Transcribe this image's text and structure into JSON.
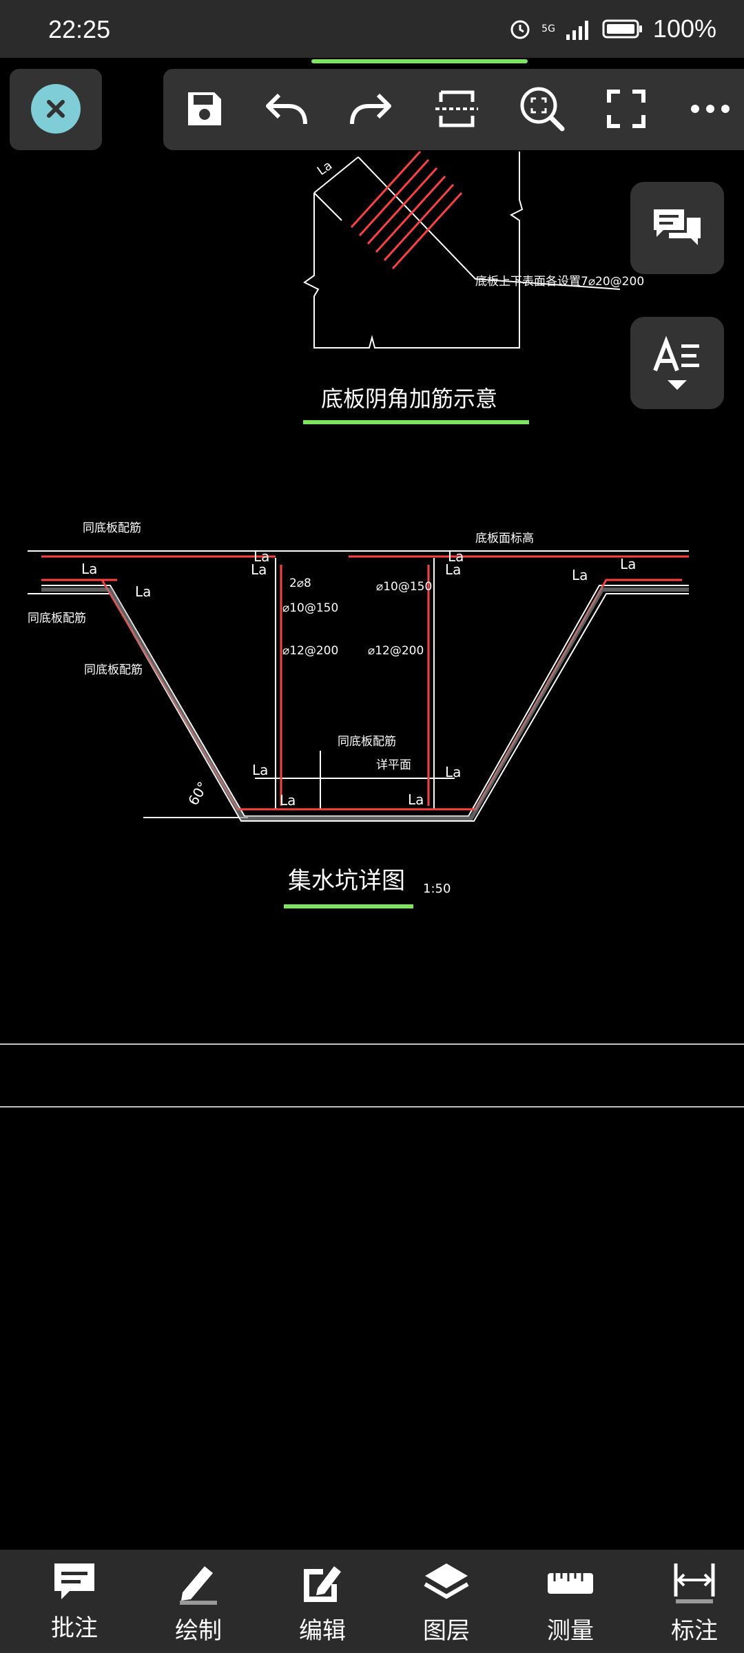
{
  "status_bar": {
    "time": "22:25",
    "battery": "100%",
    "network": "5G"
  },
  "toolbar": {
    "close_icon": "close-icon",
    "tools": [
      "save-icon",
      "undo-icon",
      "redo-icon",
      "section-icon",
      "zoom-fit-icon",
      "fullscreen-icon",
      "more-icon"
    ]
  },
  "side_buttons": [
    "comments-icon",
    "text-size-icon"
  ],
  "drawing": {
    "top_detail_title": "底板阴角加筋示意",
    "top_note": "底板上下表面各设置7⌀20@200",
    "main_title": "集水坑详图",
    "scale": "1:50",
    "labels": {
      "same_bottom_rebar_1": "同底板配筋",
      "same_bottom_rebar_2": "同底板配筋",
      "same_bottom_rebar_3": "同底板配筋",
      "same_bottom_rebar_4": "同底板配筋",
      "bottom_elev": "底板面标高",
      "la": "La",
      "r1": "2⌀8",
      "r2": "⌀10@150",
      "r3": "⌀10@150",
      "r4": "⌀12@200",
      "r5": "⌀12@200",
      "pit_bottom": "详平面",
      "angle": "60°"
    }
  },
  "bottom_nav": [
    {
      "label": "批注",
      "icon": "annotate-icon"
    },
    {
      "label": "绘制",
      "icon": "draw-pen-icon"
    },
    {
      "label": "编辑",
      "icon": "edit-icon"
    },
    {
      "label": "图层",
      "icon": "layers-icon"
    },
    {
      "label": "测量",
      "icon": "ruler-icon"
    },
    {
      "label": "标注",
      "icon": "dimension-icon"
    }
  ]
}
